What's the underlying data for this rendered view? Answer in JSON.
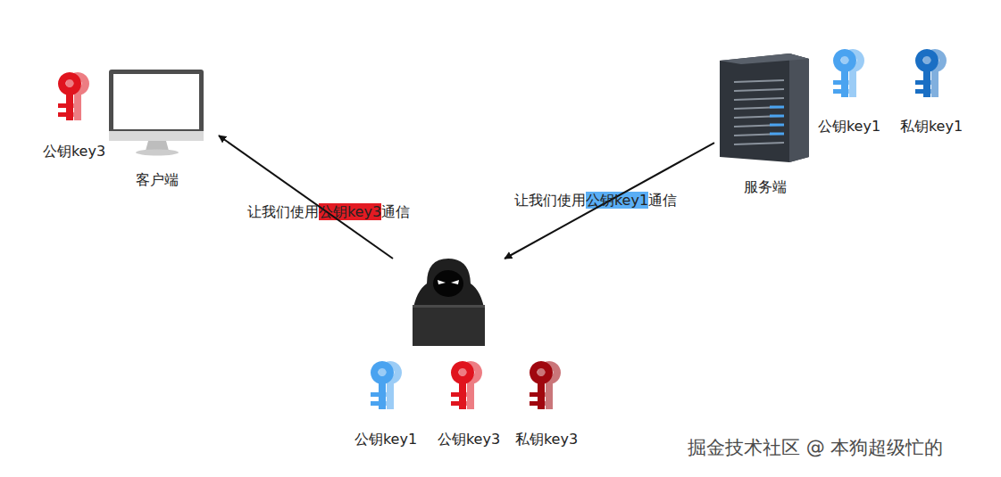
{
  "diagram": {
    "nodes": [
      {
        "text": [
          "公钥key3",
          "客户端"
        ]
      },
      {
        "text": [
          "公钥key1",
          "私钥key1",
          "服务端"
        ]
      },
      {
        "text": [
          "公钥key1",
          "公钥key3",
          "私钥key3"
        ]
      }
    ],
    "edges": [
      {
        "from": 1,
        "to": 2,
        "label": "让我们使用公钥key1通信",
        "arrow": "to"
      },
      {
        "from": 2,
        "to": 0,
        "label": "让我们使用公钥key3通信",
        "arrow": "to"
      }
    ],
    "labels": [
      "掘金技术社区 @ 本狗超级忙的"
    ]
  }
}
